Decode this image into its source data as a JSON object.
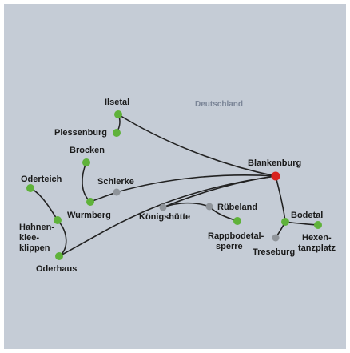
{
  "map": {
    "country_label": "Deutschland",
    "colors": {
      "background": "#c5ccd6",
      "hub": "#d8231e",
      "station": "#5fb23a",
      "waypoint": "#8f949a",
      "line": "#222222"
    },
    "places": {
      "ilsetal": "Ilsetal",
      "plessenburg": "Plessenburg",
      "brocken": "Brocken",
      "schierke": "Schierke",
      "oderteich": "Oderteich",
      "wurmberg": "Wurmberg",
      "hahnenkleeklippen_1": "Hahnen-",
      "hahnenkleeklippen_2": "klee-",
      "hahnenkleeklippen_3": "klippen",
      "oderhaus": "Oderhaus",
      "koenigshuette": "Königshütte",
      "ruebeland": "Rübeland",
      "rappbode_1": "Rappbodetal-",
      "rappbode_2": "sperre",
      "blankenburg": "Blankenburg",
      "bodetal": "Bodetal",
      "treseburg": "Treseburg",
      "hexentanzplatz_1": "Hexen-",
      "hexentanzplatz_2": "tanzplatz"
    }
  }
}
